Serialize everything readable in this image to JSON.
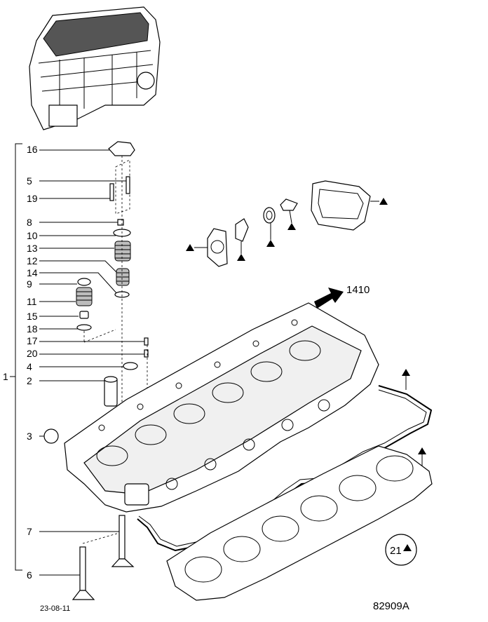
{
  "diagram": {
    "callouts": {
      "c1": "1",
      "c2": "2",
      "c3": "3",
      "c4": "4",
      "c5": "5",
      "c6": "6",
      "c7": "7",
      "c8": "8",
      "c9": "9",
      "c10": "10",
      "c11": "11",
      "c12": "12",
      "c13": "13",
      "c14": "14",
      "c15": "15",
      "c16": "16",
      "c17": "17",
      "c18": "18",
      "c19": "19",
      "c20": "20"
    },
    "reference_arrow": "1410",
    "circled_ref": "21",
    "date": "23-08-11",
    "figure_code": "82909A",
    "marker_icon": "triangle-icon"
  }
}
